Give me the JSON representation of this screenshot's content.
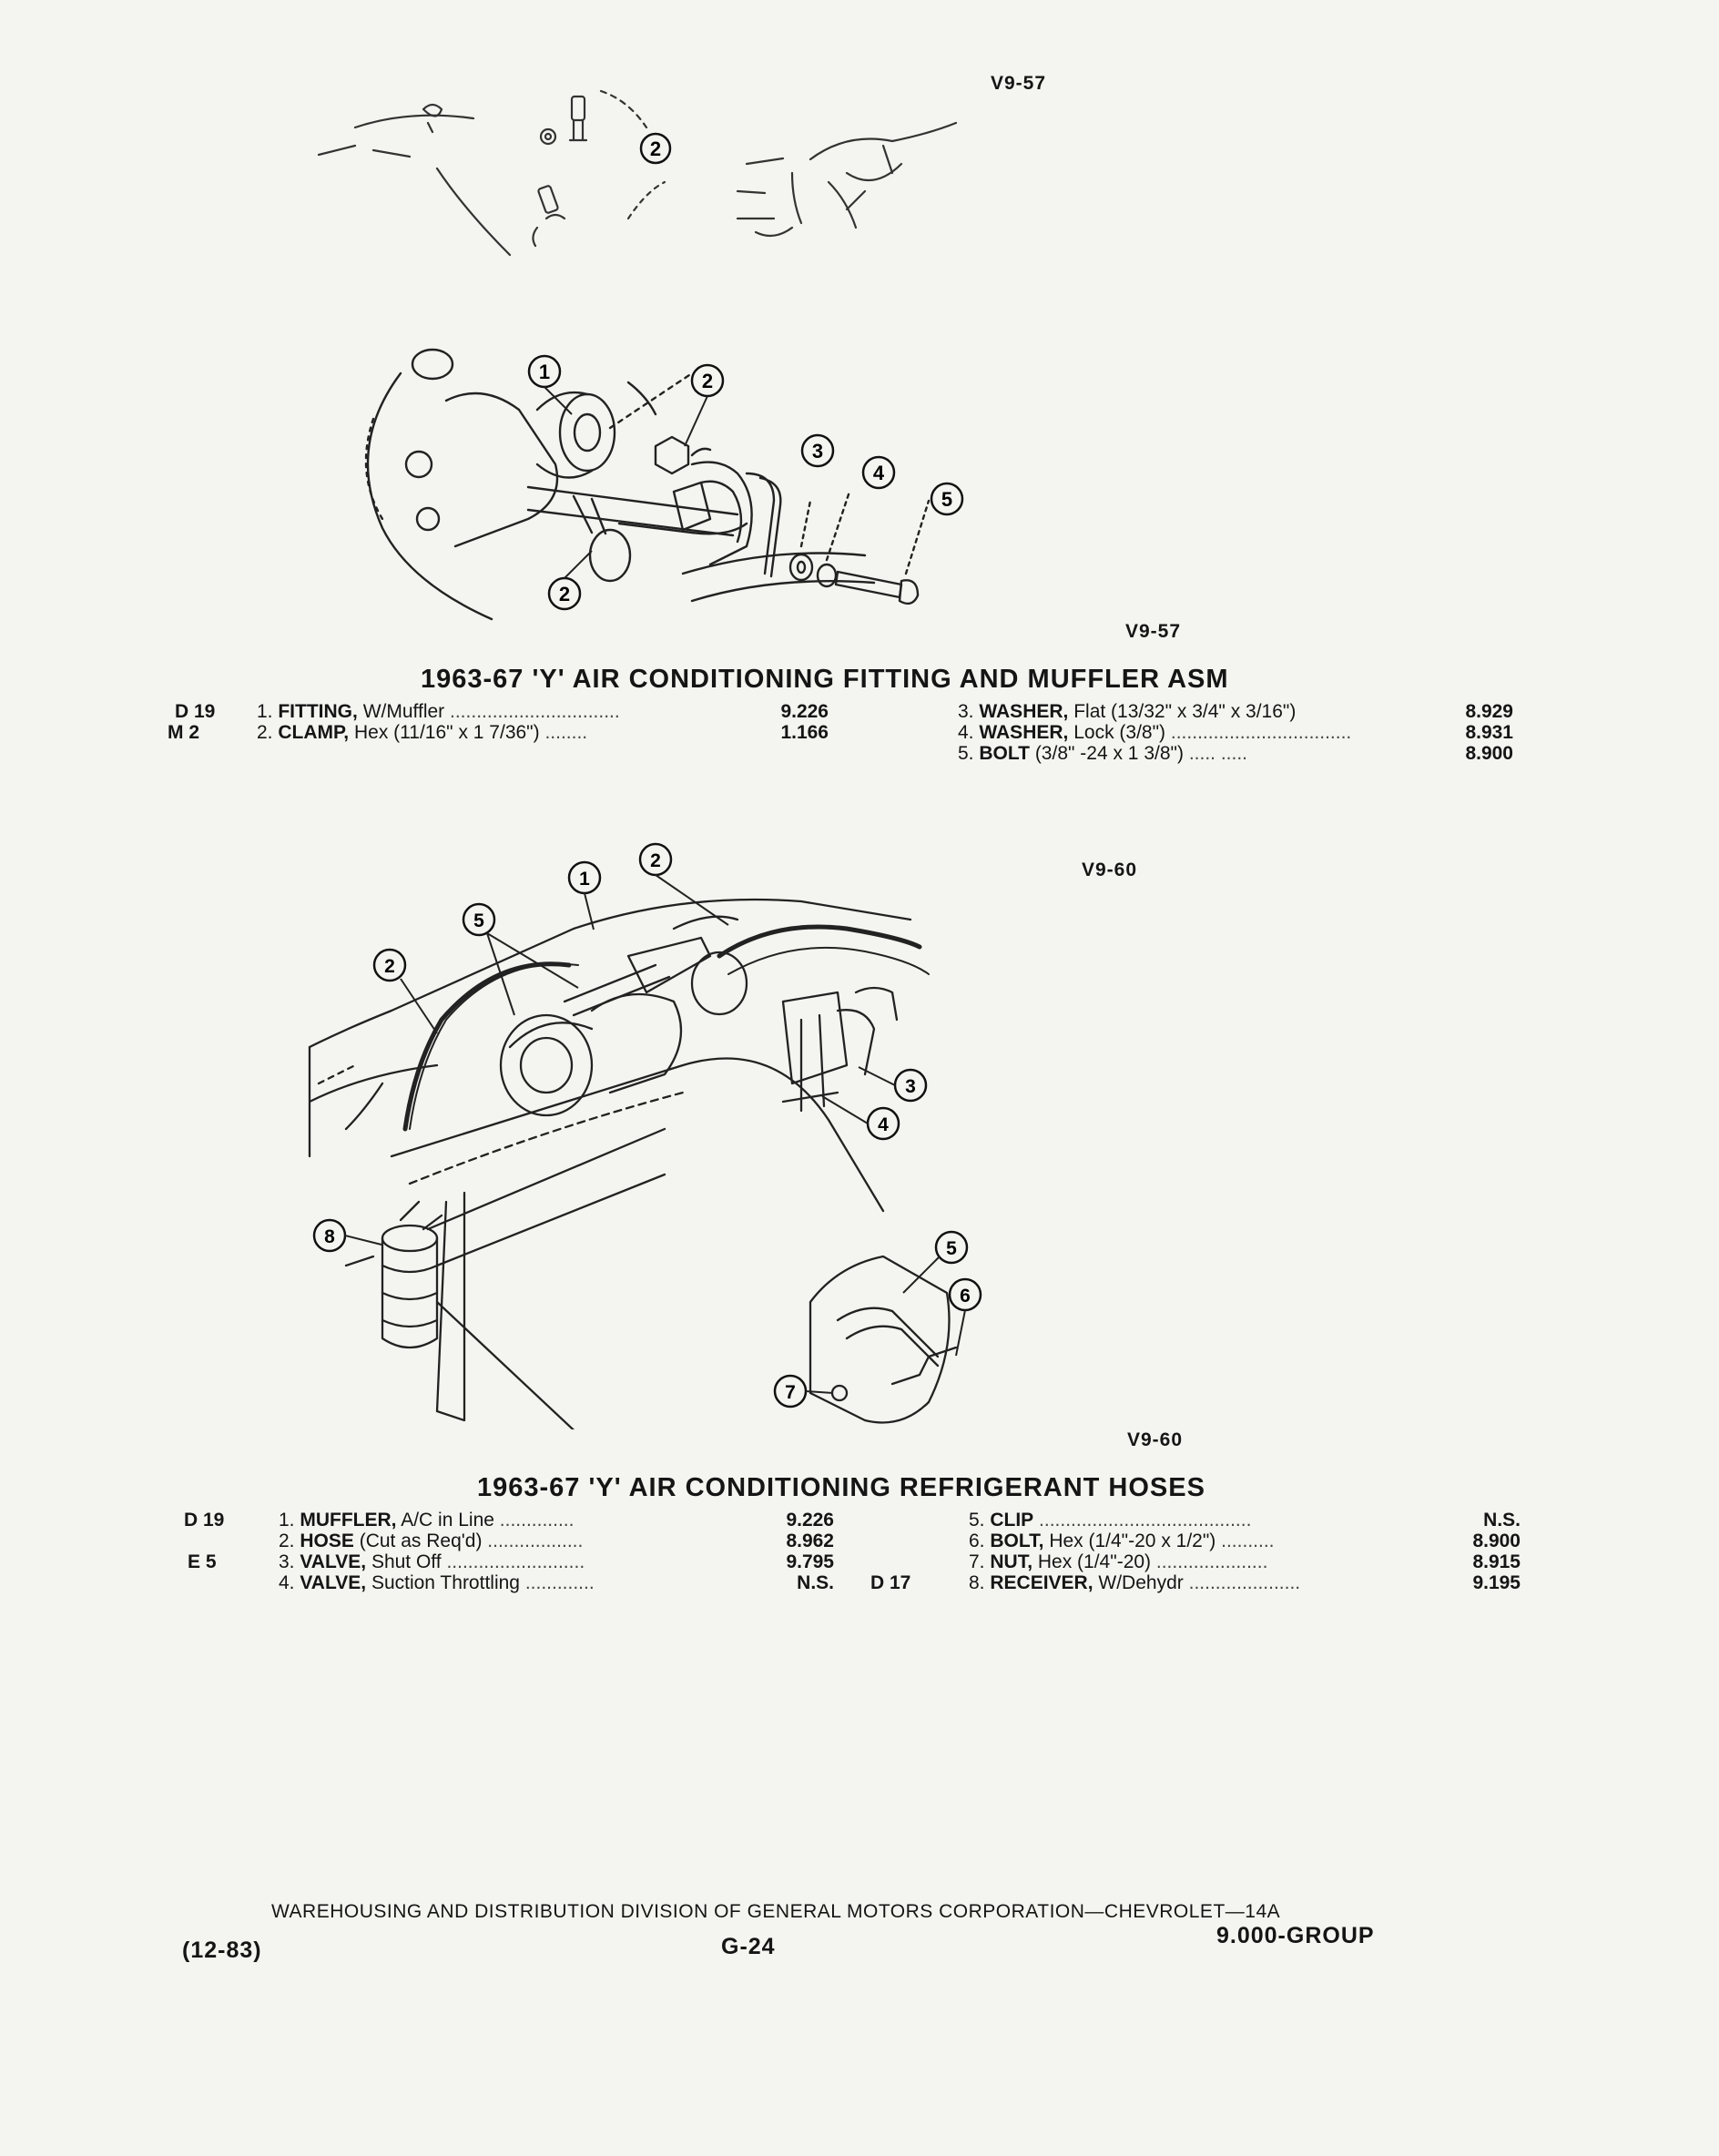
{
  "figures": [
    {
      "ref_labels": [
        "V9-57",
        "V9-57"
      ],
      "callouts_top": [
        "2"
      ],
      "callouts_main": [
        "1",
        "2",
        "2",
        "3",
        "4",
        "5"
      ],
      "title": "1963-67 'Y' AIR CONDITIONING FITTING AND MUFFLER ASM",
      "parts": [
        {
          "code": "D  19",
          "num": "1.",
          "name": "FITTING,",
          "spec": "W/Muffler",
          "group": "9.226"
        },
        {
          "code": "M   2",
          "num": "2.",
          "name": "CLAMP,",
          "spec": "Hex (11/16\" x 1 7/36\")",
          "group": "1.166"
        },
        {
          "code": "",
          "num": "3.",
          "name": "WASHER,",
          "spec": "Flat (13/32\" x 3/4\" x 3/16\")",
          "group": "8.929"
        },
        {
          "code": "",
          "num": "4.",
          "name": "WASHER,",
          "spec": "Lock (3/8\")",
          "group": "8.931"
        },
        {
          "code": "",
          "num": "5.",
          "name": "BOLT",
          "spec": "(3/8\" -24 x 1 3/8\")",
          "group": "8.900"
        }
      ]
    },
    {
      "ref_labels": [
        "V9-60",
        "V9-60"
      ],
      "callouts_main": [
        "1",
        "2",
        "2",
        "3",
        "4",
        "5",
        "8"
      ],
      "callouts_detail": [
        "5",
        "6",
        "7"
      ],
      "title": "1963-67 'Y' AIR CONDITIONING REFRIGERANT HOSES",
      "parts": [
        {
          "code": "D  19",
          "num": "1.",
          "name": "MUFFLER,",
          "spec": "A/C in Line",
          "group": "9.226"
        },
        {
          "code": "",
          "num": "2.",
          "name": "HOSE",
          "spec": "(Cut as Req'd)",
          "group": "8.962"
        },
        {
          "code": "E   5",
          "num": "3.",
          "name": "VALVE,",
          "spec": "Shut Off",
          "group": "9.795"
        },
        {
          "code": "",
          "num": "4.",
          "name": "VALVE,",
          "spec": "Suction Throttling",
          "group": "N.S."
        },
        {
          "code": "",
          "num": "5.",
          "name": "CLIP",
          "spec": "",
          "group": "N.S."
        },
        {
          "code": "",
          "num": "6.",
          "name": "BOLT,",
          "spec": "Hex (1/4\"-20 x 1/2\")",
          "group": "8.900"
        },
        {
          "code": "",
          "num": "7.",
          "name": "NUT,",
          "spec": "Hex (1/4\"-20)",
          "group": "8.915"
        },
        {
          "code": "D  17",
          "num": "8.",
          "name": "RECEIVER,",
          "spec": "W/Dehydr",
          "group": "9.195"
        }
      ]
    }
  ],
  "footer": {
    "division": "WAREHOUSING AND DISTRIBUTION DIVISION OF GENERAL MOTORS CORPORATION—CHEVROLET—14A",
    "date": "(12-83)",
    "page": "G-24",
    "group": "9.000-GROUP"
  }
}
